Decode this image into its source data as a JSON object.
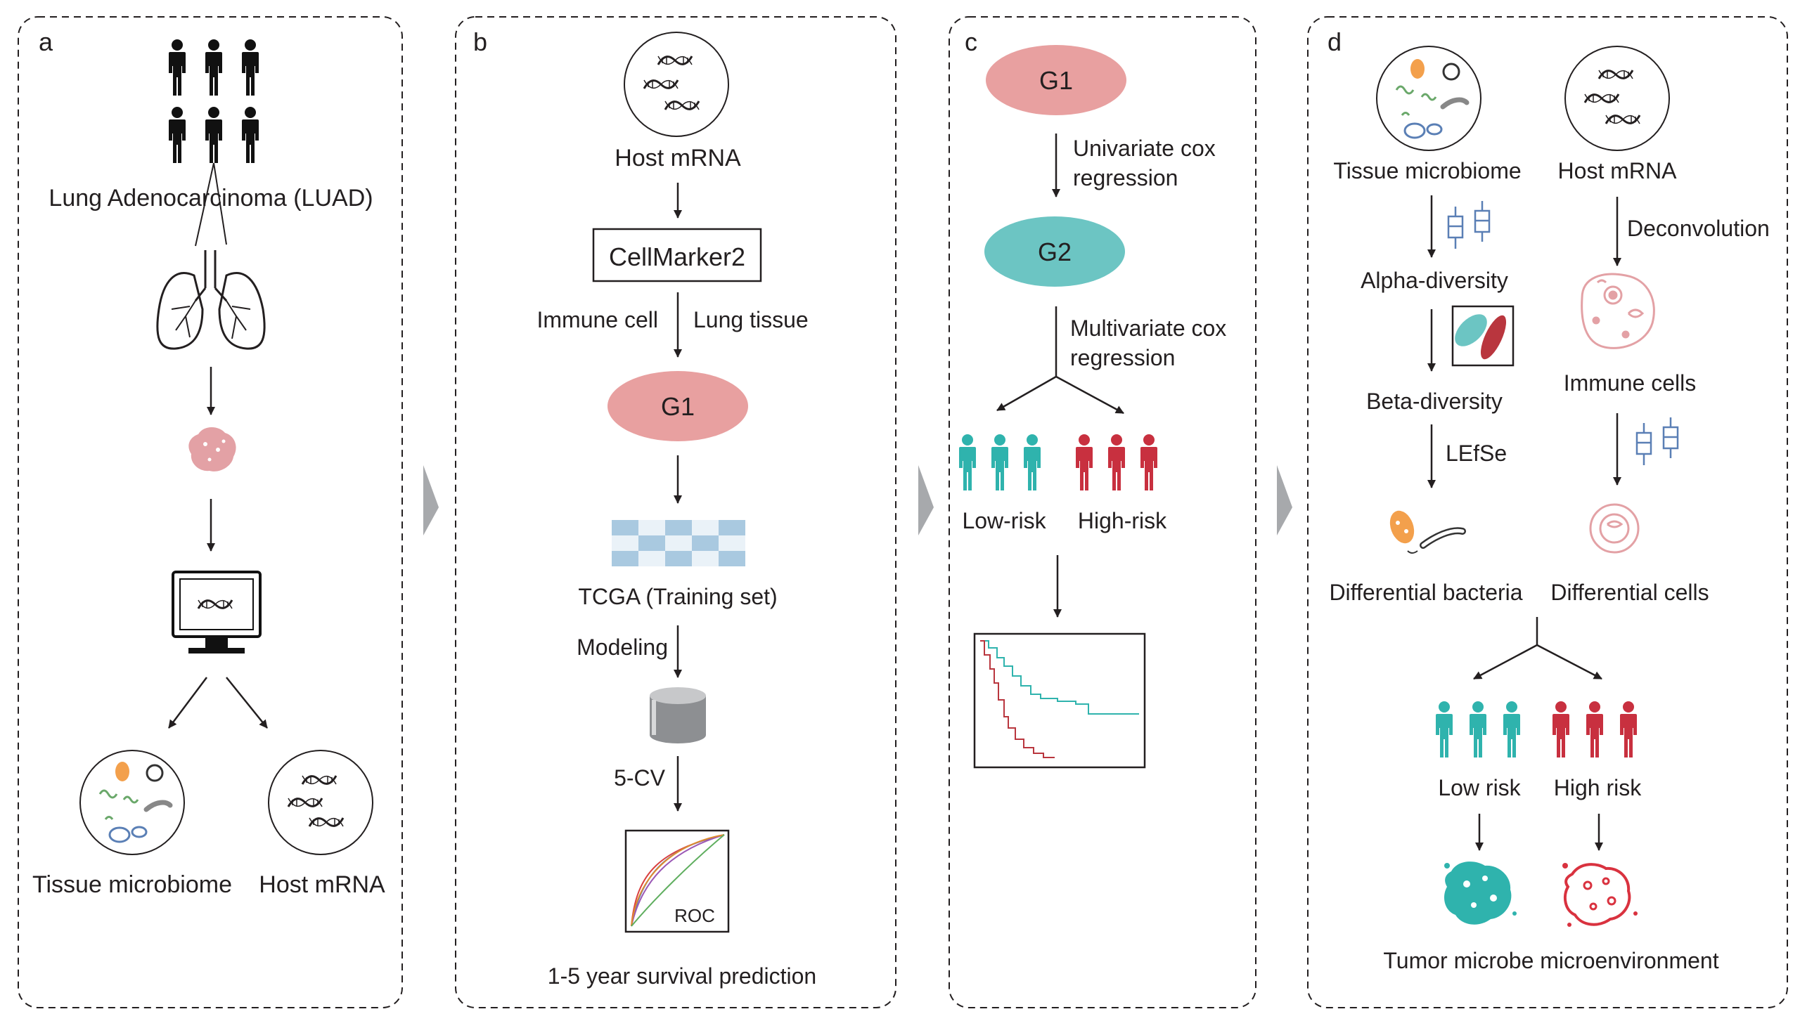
{
  "panel_a": {
    "letter": "a",
    "cohort_label": "Lung Adenocarcinoma (LUAD)",
    "out_left": "Tissue microbiome",
    "out_right": "Host mRNA"
  },
  "panel_b": {
    "letter": "b",
    "host_mrna": "Host mRNA",
    "cellmarker": "CellMarker2",
    "immune_cell": "Immune cell",
    "lung_tissue": "Lung tissue",
    "g1": "G1",
    "tcga": "TCGA (Training set)",
    "modeling": "Modeling",
    "cv": "5-CV",
    "roc": "ROC",
    "survival": "1-5 year survival prediction"
  },
  "panel_c": {
    "letter": "c",
    "g1": "G1",
    "univariate": [
      "Univariate cox",
      "regression"
    ],
    "g2": "G2",
    "multivariate": [
      "Multivariate cox",
      "regression"
    ],
    "low_risk": "Low-risk",
    "high_risk": "High-risk"
  },
  "panel_d": {
    "letter": "d",
    "tissue_microbiome": "Tissue microbiome",
    "host_mrna": "Host mRNA",
    "deconvolution": "Deconvolution",
    "alpha": "Alpha-diversity",
    "beta": "Beta-diversity",
    "immune_cells": "Immune cells",
    "lefse": "LEfSe",
    "diff_bacteria": "Differential bacteria",
    "diff_cells": "Differential cells",
    "low_risk": "Low risk",
    "high_risk": "High risk",
    "tme": "Tumor microbe microenvironment"
  },
  "colors": {
    "g1_pink": "#e8a0a0",
    "g2_teal": "#6cc5c3",
    "low_risk_teal": "#2fb3ad",
    "high_risk_red": "#c8303f",
    "heatmap_blue": "#a9c9e0",
    "boxplot_blue": "#5a7fb5"
  }
}
